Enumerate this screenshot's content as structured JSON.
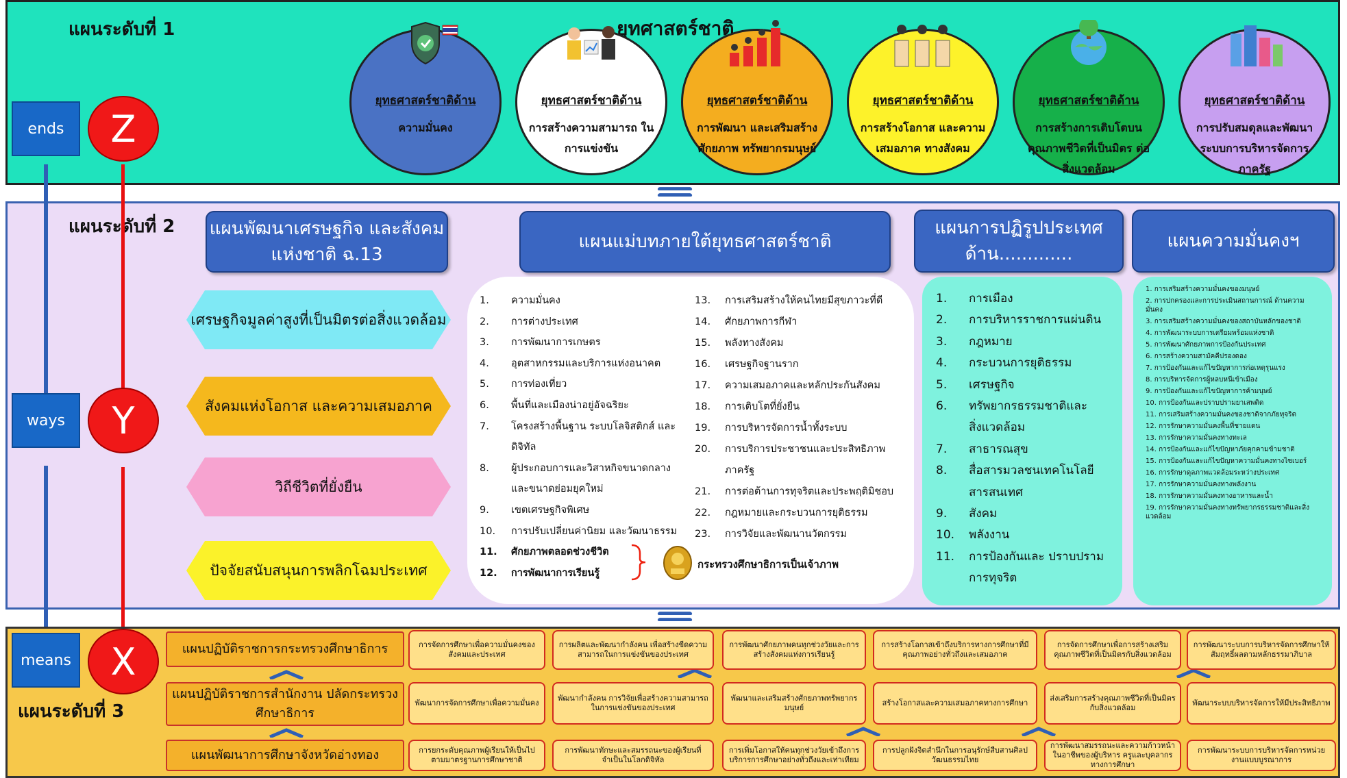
{
  "level1": {
    "title": "แผนระดับที่ 1",
    "heading": "ยุทศาสตร์ชาติ",
    "strategies": [
      {
        "head": "ยุทธศาสตร์ชาติด้าน",
        "body": "ความมั่นคง",
        "color": "#4a72c4"
      },
      {
        "head": "ยุทธศาสตร์ชาติด้าน",
        "body": "การสร้างความสามารถ ในการแข่งขัน",
        "color": "#ffffff"
      },
      {
        "head": "ยุทธศาสตร์ชาติด้าน",
        "body": "การพัฒนา และเสริมสร้างศักยภาพ ทรัพยากรมนุษย์",
        "color": "#f4ad1f"
      },
      {
        "head": "ยุทธศาสตร์ชาติด้าน",
        "body": "การสร้างโอกาส และความเสมอภาค ทางสังคม",
        "color": "#fdf22a"
      },
      {
        "head": "ยุทธศาสตร์ชาติด้าน",
        "body": "การสร้างการเติบโตบน คุณภาพชีวิตที่เป็นมิตร ต่อสิ่งแวดล้อม",
        "color": "#16b04a"
      },
      {
        "head": "ยุทธศาสตร์ชาติด้าน",
        "body": "การปรับสมดุลและพัฒนา ระบบการบริหารจัดการ ภาครัฐ",
        "color": "#c79ff0"
      }
    ]
  },
  "labels": {
    "ends": "ends",
    "ways": "ways",
    "means": "means",
    "z": "Z",
    "y": "Y",
    "x": "X"
  },
  "level2": {
    "title": "แผนระดับที่ 2",
    "plan_nesdb": "แผนพัฒนาเศรษฐกิจ และสังคมแห่งชาติ ฉ.13",
    "plan_master": "แผนแม่บทภายใต้ยุทธศาสตร์ชาติ",
    "plan_reform": "แผนการปฏิรูปประเทศ ด้าน.............",
    "plan_security": "แผนความมั่นคงฯ",
    "goals": [
      {
        "text": "เศรษฐกิจมูลค่าสูงที่เป็นมิตรต่อสิ่งแวดล้อม",
        "color": "#7fe9f5"
      },
      {
        "text": "สังคมแห่งโอกาส และความเสมอภาค",
        "color": "#f5b81d"
      },
      {
        "text": "วิถีชีวิตที่ยั่งยืน",
        "color": "#f7a3d0"
      },
      {
        "text": "ปัจจัยสนับสนุนการพลิกโฉมประเทศ",
        "color": "#fbf22a"
      }
    ],
    "master_left": [
      {
        "n": "1.",
        "t": "ความมั่นคง"
      },
      {
        "n": "2.",
        "t": "การต่างประเทศ"
      },
      {
        "n": "3.",
        "t": "การพัฒนาการเกษตร"
      },
      {
        "n": "4.",
        "t": "อุตสาหกรรมและบริการแห่งอนาคต"
      },
      {
        "n": "5.",
        "t": "การท่องเที่ยว"
      },
      {
        "n": "6.",
        "t": "พื้นที่และเมืองน่าอยู่อัจฉริยะ"
      },
      {
        "n": "7.",
        "t": "โครงสร้างพื้นฐาน ระบบโลจิสติกส์ และ"
      },
      {
        "n": "",
        "t": "ดิจิทัล"
      },
      {
        "n": "8.",
        "t": "ผู้ประกอบการและวิสาหกิจขนาดกลาง"
      },
      {
        "n": "",
        "t": "และขนาดย่อมยุคใหม่"
      },
      {
        "n": "9.",
        "t": "เขตเศรษฐกิจพิเศษ"
      },
      {
        "n": "10.",
        "t": "การปรับเปลี่ยนค่านิยม และวัฒนาธรรม"
      },
      {
        "n": "11.",
        "t": "ศักยภาพตลอดช่วงชีวิต"
      },
      {
        "n": "12.",
        "t": "การพัฒนาการเรียนรู้"
      }
    ],
    "master_right": [
      {
        "n": "13.",
        "t": "การเสริมสร้างให้คนไทยมีสุขภาวะที่ดี"
      },
      {
        "n": "14.",
        "t": "ศักยภาพการกีฬา"
      },
      {
        "n": "15.",
        "t": "พลังทางสังคม"
      },
      {
        "n": "16.",
        "t": "เศรษฐกิจฐานราก"
      },
      {
        "n": "17.",
        "t": "ความเสมอภาคและหลักประกันสังคม"
      },
      {
        "n": "18.",
        "t": "การเติบโตที่ยั่งยืน"
      },
      {
        "n": "19.",
        "t": "การบริหารจัดการน้ำทั้งระบบ"
      },
      {
        "n": "20.",
        "t": "การบริการประชาชนและประสิทธิภาพ"
      },
      {
        "n": "",
        "t": "ภาครัฐ"
      },
      {
        "n": "21.",
        "t": "การต่อต้านการทุจริตและประพฤติมิชอบ"
      },
      {
        "n": "22.",
        "t": "กฎหมายและกระบวนการยุติธรรม"
      },
      {
        "n": "23.",
        "t": "การวิจัยและพัฒนานวัตกรรม"
      }
    ],
    "moe_host": "กระทรวงศึกษาธิการเป็นเจ้าภาพ",
    "reform_items": [
      {
        "n": "1.",
        "t": "การเมือง"
      },
      {
        "n": "2.",
        "t": "การบริหารราชการแผ่นดิน"
      },
      {
        "n": "3.",
        "t": "กฎหมาย"
      },
      {
        "n": "4.",
        "t": "กระบวนการยุติธรรม"
      },
      {
        "n": "5.",
        "t": "เศรษฐกิจ"
      },
      {
        "n": "6.",
        "t": "ทรัพยากรธรรมชาติและ"
      },
      {
        "n": "",
        "t": "สิ่งแวดล้อม"
      },
      {
        "n": "7.",
        "t": "สาธารณสุข"
      },
      {
        "n": "8.",
        "t": "สื่อสารมวลชนเทคโนโลยี"
      },
      {
        "n": "",
        "t": "สารสนเทศ"
      },
      {
        "n": "9.",
        "t": "สังคม"
      },
      {
        "n": "10.",
        "t": "พลังงาน"
      },
      {
        "n": "11.",
        "t": "การป้องกันและ ปราบปราม"
      },
      {
        "n": "",
        "t": "การทุจริต"
      }
    ],
    "security_items": [
      "1. การเสริมสร้างความมั่นคงของมนุษย์",
      "2. การปกครองและการประเมินสถานการณ์ ด้านความมั่นคง",
      "3. การเสริมสร้างความมั่นคงของสถาบันหลักของชาติ",
      "4. การพัฒนาระบบการเตรียมพร้อมแห่งชาติ",
      "5. การพัฒนาศักยภาพการป้องกันประเทศ",
      "6. การสร้างความสามัคคีปรองดอง",
      "7. การป้องกันและแก้ไขปัญหาการก่อเหตุรุนแรง",
      "8. การบริหารจัดการผู้หลบหนีเข้าเมือง",
      "9. การป้องกันและแก้ไขปัญหาการค้ามนุษย์",
      "10. การป้องกันและปราบปรามยาเสพติด",
      "11. การเสริมสร้างความมั่นคงของชาติจากภัยทุจริต",
      "12. การรักษาความมั่นคงพื้นที่ชายแดน",
      "13. การรักษาความมั่นคงทางทะเล",
      "14. การป้องกันและแก้ไขปัญหาภัยคุกคามข้ามชาติ",
      "15. การป้องกันและแก้ไขปัญหาความมั่นคงทางไซเบอร์",
      "16. การรักษาดุลภาพแวดล้อมระหว่างประเทศ",
      "17. การรักษาความมั่นคงทางพลังงาน",
      "18. การรักษาความมั่นคงทางอาหารและน้ำ",
      "19. การรักษาความมั่นคงทางทรัพยากรธรรมชาติและสิ่งแวดล้อม"
    ]
  },
  "level3": {
    "title": "แผนระดับที่ 3",
    "plans": [
      "แผนปฏิบัติราชการกระทรวงศึกษาธิการ",
      "แผนปฏิบัติราชการสำนักงาน ปลัดกระทรวงศึกษาธิการ",
      "แผนพัฒนาการศึกษาจังหวัดอ่างทอง"
    ],
    "row1": [
      "การจัดการศึกษาเพื่อความมั่นคงของสังคมและประเทศ",
      "การผลิตและพัฒนากำลังคน เพื่อสร้างขีดความสามารถในการแข่งขันของประเทศ",
      "การพัฒนาศักยภาพคนทุกช่วงวัยและการสร้างสังคมแห่งการเรียนรู้",
      "การสร้างโอกาสเข้าถึงบริการทางการศึกษาที่มีคุณภาพอย่างทั่วถึงและเสมอภาค",
      "การจัดการศึกษาเพื่อการสร้างเสริมคุณภาพชีวิตที่เป็นมิตรกับสิ่งแวดล้อม",
      "การพัฒนาระบบการบริหารจัดการศึกษาให้สัมฤทธิ์ผลตามหลักธรรมาภิบาล"
    ],
    "row2": [
      "พัฒนาการจัดการศึกษาเพื่อความมั่นคง",
      "พัฒนากำลังคน การวิจัยเพื่อสร้างความสามารถในการแข่งขันของประเทศ",
      "พัฒนาและเสริมสร้างศักยภาพทรัพยากรมนุษย์",
      "สร้างโอกาสและความเสมอภาคทางการศึกษา",
      "ส่งเสริมการสร้างคุณภาพชีวิตที่เป็นมิตรกับสิ่งแวดล้อม",
      "พัฒนาระบบบริหารจัดการให้มีประสิทธิภาพ"
    ],
    "row3": [
      "การยกระดับคุณภาพผู้เรียนให้เป็นไปตามมาตรฐานการศึกษาชาติ",
      "การพัฒนาทักษะและสมรรถนะของผู้เรียนที่จำเป็นในโลกดิจิทัล",
      "การเพิ่มโอกาสให้คนทุกช่วงวัยเข้าถึงการบริการการศึกษาอย่างทั่วถึงและเท่าเทียม",
      "การปลูกฝังจิตสำนึกในการอนุรักษ์สืบสานศิลปวัฒนธรรมไทย",
      "การพัฒนาสมรรถนะและความก้าวหน้าในอาชีพของผู้บริหาร ครูและบุคลากรทางการศึกษา",
      "การพัฒนาระบบการบริหารจัดการหน่วยงานแบบบูรณาการ"
    ]
  }
}
